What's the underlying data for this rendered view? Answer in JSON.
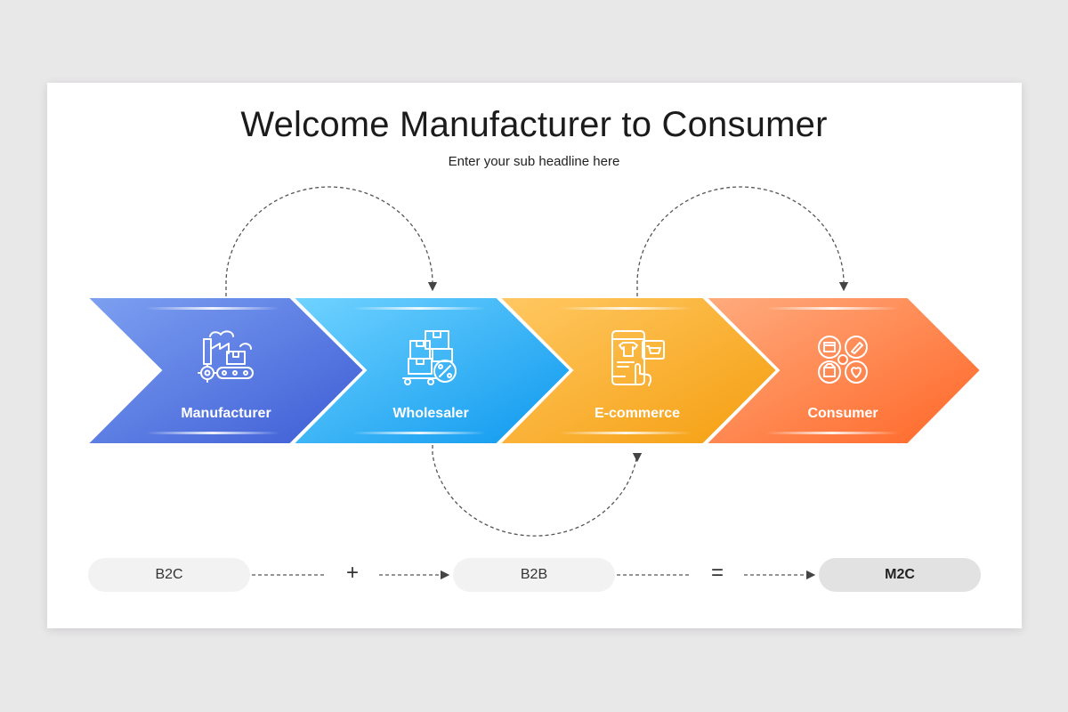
{
  "title": "Welcome Manufacturer to Consumer",
  "subtitle": "Enter your sub headline here",
  "stages": [
    {
      "label": "Manufacturer",
      "icon": "factory-icon",
      "color_start": "#7b9ff0",
      "color_end": "#3f5fd6"
    },
    {
      "label": "Wholesaler",
      "icon": "boxes-discount-icon",
      "color_start": "#6cd0ff",
      "color_end": "#0f9cf0"
    },
    {
      "label": "E-commerce",
      "icon": "mobile-shop-icon",
      "color_start": "#ffc55e",
      "color_end": "#f7a214"
    },
    {
      "label": "Consumer",
      "icon": "consumer-needs-icon",
      "color_start": "#ffa77a",
      "color_end": "#ff6a2c"
    }
  ],
  "equation": {
    "left": "B2C",
    "plus": "+",
    "middle": "B2B",
    "equals": "=",
    "result": "M2C"
  }
}
